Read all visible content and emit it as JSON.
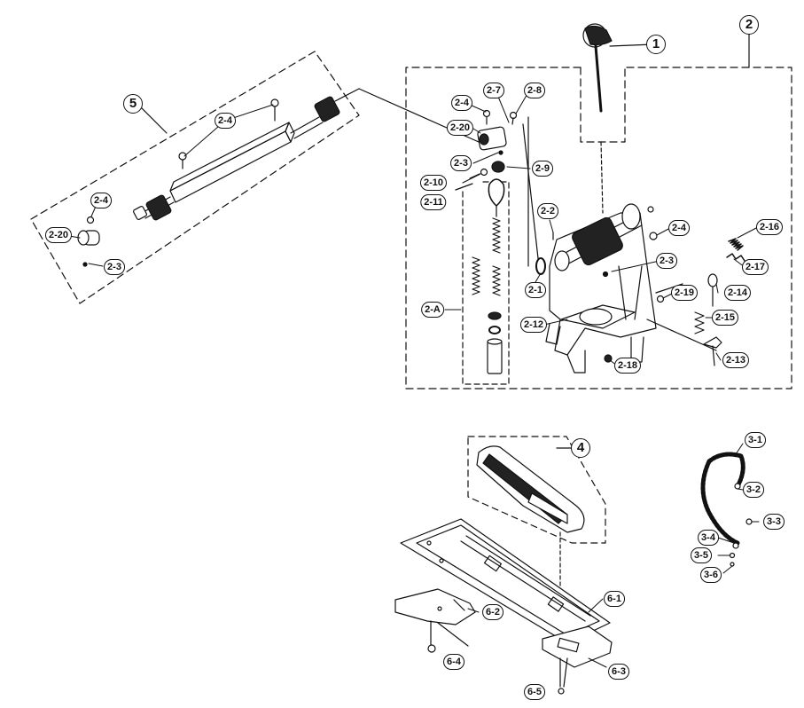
{
  "assemblies": {
    "a1": "1",
    "a2": "2",
    "a4": "4",
    "a5": "5"
  },
  "labels": {
    "l_2_4_top": "2-4",
    "l_2_7": "2-7",
    "l_2_8": "2-8",
    "l_2_20": "2-20",
    "l_2_3": "2-3",
    "l_2_9": "2-9",
    "l_2_10": "2-10",
    "l_2_11": "2-11",
    "l_2_2": "2-2",
    "l_2_4_r": "2-4",
    "l_2_16": "2-16",
    "l_2_3_r": "2-3",
    "l_2_17": "2-17",
    "l_2_1": "2-1",
    "l_2_19": "2-19",
    "l_2_14": "2-14",
    "l_2_A": "2-A",
    "l_2_12": "2-12",
    "l_2_15": "2-15",
    "l_2_13": "2-13",
    "l_2_18": "2-18",
    "l5_2_4": "2-4",
    "l5_2_4b": "2-4",
    "l5_2_20": "2-20",
    "l5_2_3": "2-3",
    "l_3_1": "3-1",
    "l_3_2": "3-2",
    "l_3_3": "3-3",
    "l_3_4": "3-4",
    "l_3_5": "3-5",
    "l_3_6": "3-6",
    "l_6_1": "6-1",
    "l_6_2": "6-2",
    "l_6_3": "6-3",
    "l_6_4": "6-4",
    "l_6_5": "6-5"
  },
  "colors": {
    "ink": "#111111",
    "paper": "#ffffff",
    "rubber": "#222222"
  }
}
